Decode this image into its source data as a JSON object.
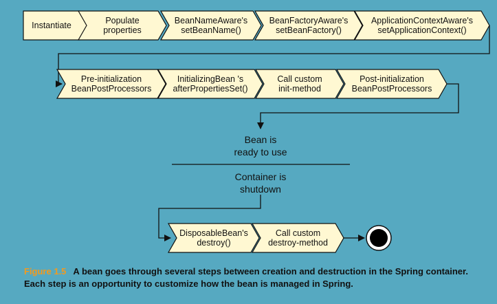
{
  "colors": {
    "background": "#56a9c1",
    "step_fill": "#fff8d2",
    "line": "#111111",
    "caption_label": "#f39a1e"
  },
  "steps": {
    "instantiate": [
      "Instantiate"
    ],
    "populate": [
      "Populate",
      "properties"
    ],
    "bean_name_aware": [
      "BeanNameAware's",
      "setBeanName()"
    ],
    "bean_factory_aware": [
      "BeanFactoryAware's",
      "setBeanFactory()"
    ],
    "app_context_aware": [
      "ApplicationContextAware's",
      "setApplicationContext()"
    ],
    "pre_init": [
      "Pre-initialization",
      "BeanPostProcessors"
    ],
    "initializing_bean": [
      "InitializingBean  's",
      "afterPropertiesSet()"
    ],
    "custom_init": [
      "Call custom",
      "init-method"
    ],
    "post_init": [
      "Post-initialization",
      "BeanPostProcessors"
    ],
    "disposable_bean": [
      "DisposableBean's",
      "destroy()"
    ],
    "custom_destroy": [
      "Call custom",
      "destroy-method"
    ]
  },
  "states": {
    "ready": [
      "Bean is",
      "ready to use"
    ],
    "shutdown": [
      "Container is",
      "shutdown"
    ]
  },
  "end_icon": "end-state-icon",
  "caption": {
    "label": "Figure 1.5",
    "text": "A bean goes through several steps between creation and destruction in the Spring container. Each step is an opportunity to customize how the bean is managed in Spring."
  }
}
